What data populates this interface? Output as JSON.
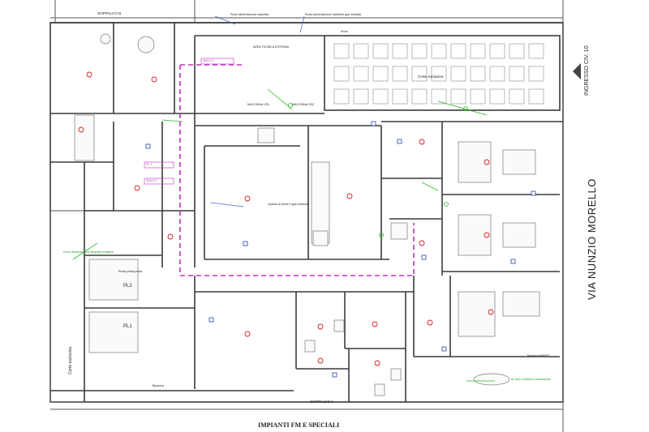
{
  "drawing": {
    "title": "IMPIANTI FM E SPECIALI",
    "street_name": "VIA NUNZIO MORELLO",
    "entrance": "INGRESSO CIV. 10",
    "courtyard_exclusive": "Corte esclusiva",
    "courtyard_left": "Corte esclusiva",
    "mezzanine_b": "SOPPALCO B",
    "mezzanine_a": "SOPPALCO A",
    "technical_area": "AREA TECNICA ESTERNA",
    "machine_1": "MACCHINA UTA",
    "machine_2": "MACCHINA CDZ",
    "floor_pl2": "PL2",
    "floor_pl1": "PL1",
    "gas_supply_top_left": "Punto alimentazione cassetta",
    "gas_supply_top_right": "Punto alimentazione collettore gas medicali",
    "green_note_left": "Punto alimentazione lampada scialitica",
    "green_note_court": "Al vano contatori condominiale",
    "socket_note": "Punto presa prese",
    "medical_gas_note": "Quadro di prese e gas medicali",
    "box_label": "Bacheca",
    "contatori_label": "Bacheca FMAST",
    "door_label": "Porta"
  },
  "colors": {
    "wall": "#3a3a3a",
    "route": "#c030c0",
    "green_annotation": "#2ab52a",
    "device_red": "#d02020",
    "device_blue": "#2244aa"
  },
  "legend_tags": {
    "t1": "SBV-P 2",
    "t2": "SBV-P 3",
    "t3": "PL 1"
  },
  "icons": [
    "socket-icon",
    "smoke-detector-icon",
    "light-point-icon",
    "entrance-arrow-icon"
  ]
}
